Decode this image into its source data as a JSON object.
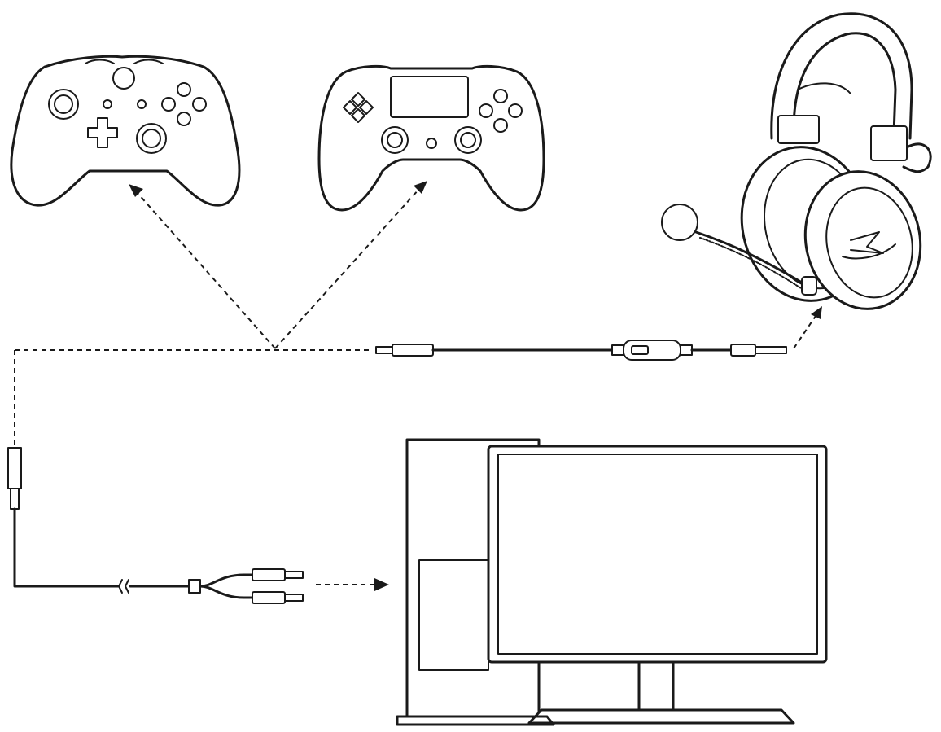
{
  "diagram": {
    "type": "connection-diagram",
    "colors": {
      "line": "#1a1a1a",
      "background": "#ffffff"
    },
    "devices": [
      {
        "id": "xbox",
        "icon": "xbox-controller-icon"
      },
      {
        "id": "ps4",
        "icon": "ps4-controller-icon"
      },
      {
        "id": "headset",
        "icon": "headset-icon",
        "logo": "HyperX"
      },
      {
        "id": "pc",
        "icon": "pc-tower-icon"
      },
      {
        "id": "monitor",
        "icon": "monitor-icon"
      }
    ],
    "cables": [
      {
        "id": "headset-cable",
        "icon": "inline-control-cable-icon"
      },
      {
        "id": "pc-splitter",
        "icon": "y-splitter-cable-icon"
      }
    ]
  }
}
